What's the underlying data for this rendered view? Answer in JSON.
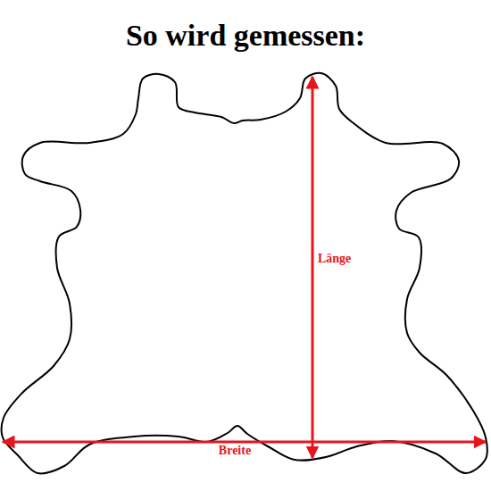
{
  "diagram": {
    "title": "So wird gemessen:",
    "labels": [
      "Länge",
      "Breite"
    ]
  }
}
